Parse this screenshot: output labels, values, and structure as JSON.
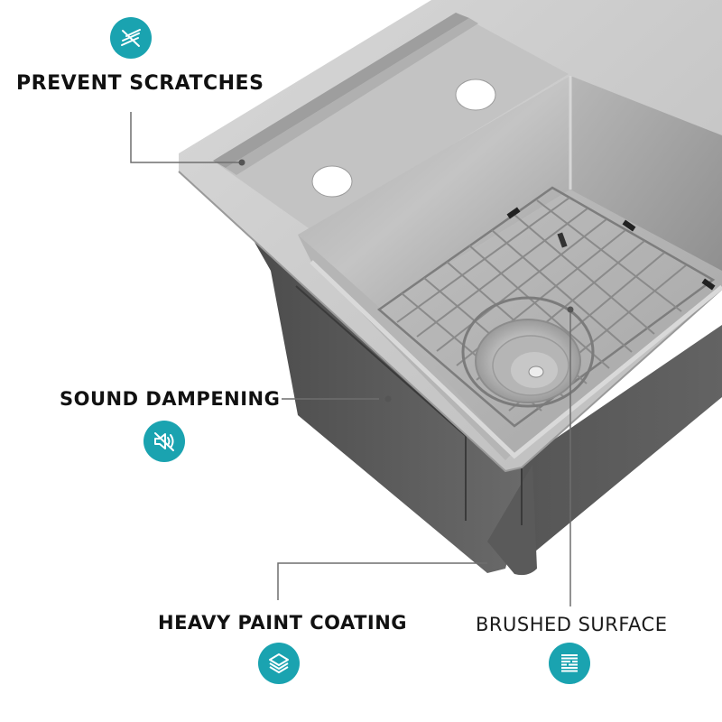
{
  "features": [
    {
      "id": "prevent-scratches",
      "label": "PREVENT SCRATCHES",
      "icon": "scratch-lines-icon"
    },
    {
      "id": "sound-dampening",
      "label": "SOUND DAMPENING",
      "icon": "mute-speaker-icon"
    },
    {
      "id": "heavy-paint-coating",
      "label": "HEAVY PAINT COATING",
      "icon": "layers-icon"
    },
    {
      "id": "brushed-surface",
      "label": "BRUSHED SURFACE",
      "icon": "brushed-texture-icon"
    }
  ],
  "colors": {
    "accent": "#1aa3b0",
    "text": "#111111",
    "leader_line": "#6e6e6e",
    "stainless": "#c9c9c9",
    "paint_coating": "#5c5c5c"
  },
  "product": {
    "name": "stainless-steel-kitchen-sink",
    "faucet_holes": 2,
    "has_bottom_grid": true,
    "has_drain_strainer": true
  }
}
